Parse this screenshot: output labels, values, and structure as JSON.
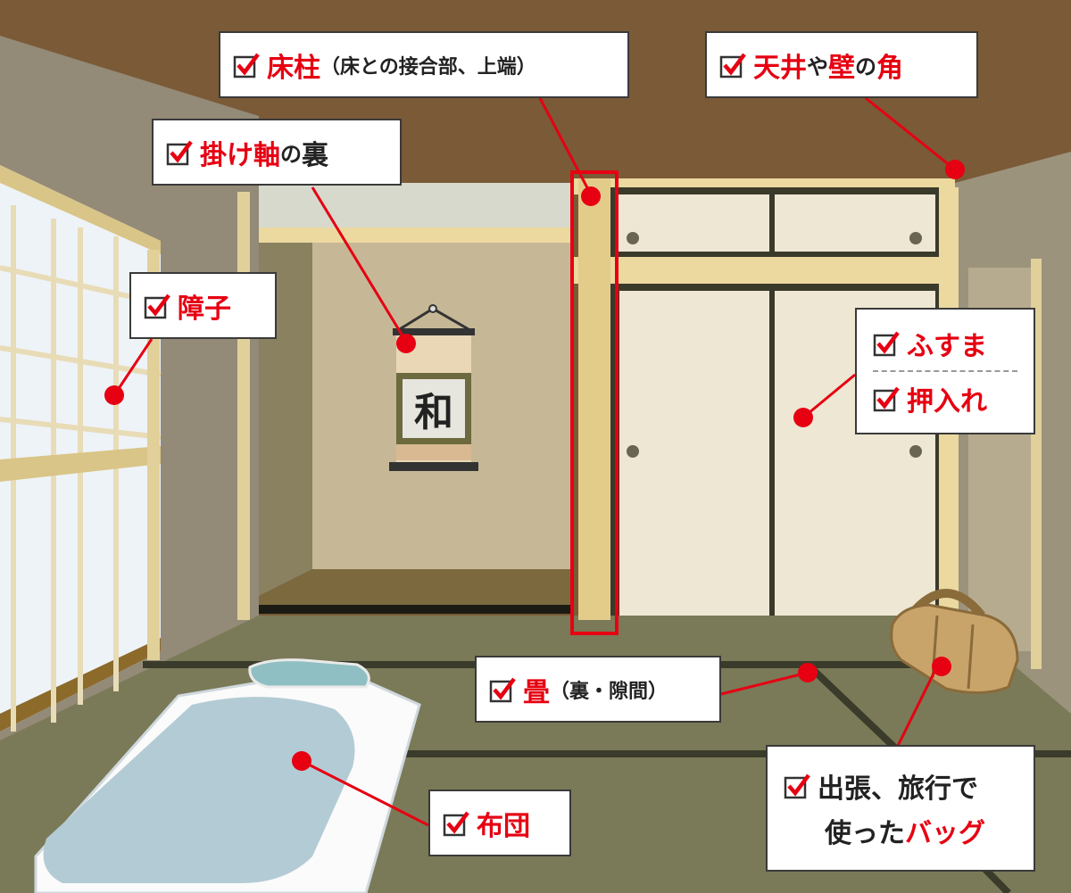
{
  "illustration": {
    "scroll_character": "和"
  },
  "labels": {
    "tokobashira": {
      "main": "床柱",
      "sub": "（床との接合部、上端）"
    },
    "ceiling_corner": {
      "part1": "天井",
      "part2": "や",
      "part3": "壁",
      "part4": "の",
      "part5": "角"
    },
    "kakejiku": {
      "part1": "掛け軸",
      "part2": "の",
      "part3": "裏"
    },
    "shoji": "障子",
    "fusuma": "ふすま",
    "oshiire": "押入れ",
    "tatami": {
      "main": "畳",
      "sub": "（裏・隙間）"
    },
    "futon": "布団",
    "bag": {
      "line1": "出張、旅行で",
      "line2_black": "使った",
      "line2_red": "バッグ"
    }
  },
  "colors": {
    "accent_red": "#e60012",
    "ceiling": "#7b5a37",
    "tatami": "#7a7a58",
    "wall": "#c6b896",
    "wood": "#ecd9a0"
  }
}
